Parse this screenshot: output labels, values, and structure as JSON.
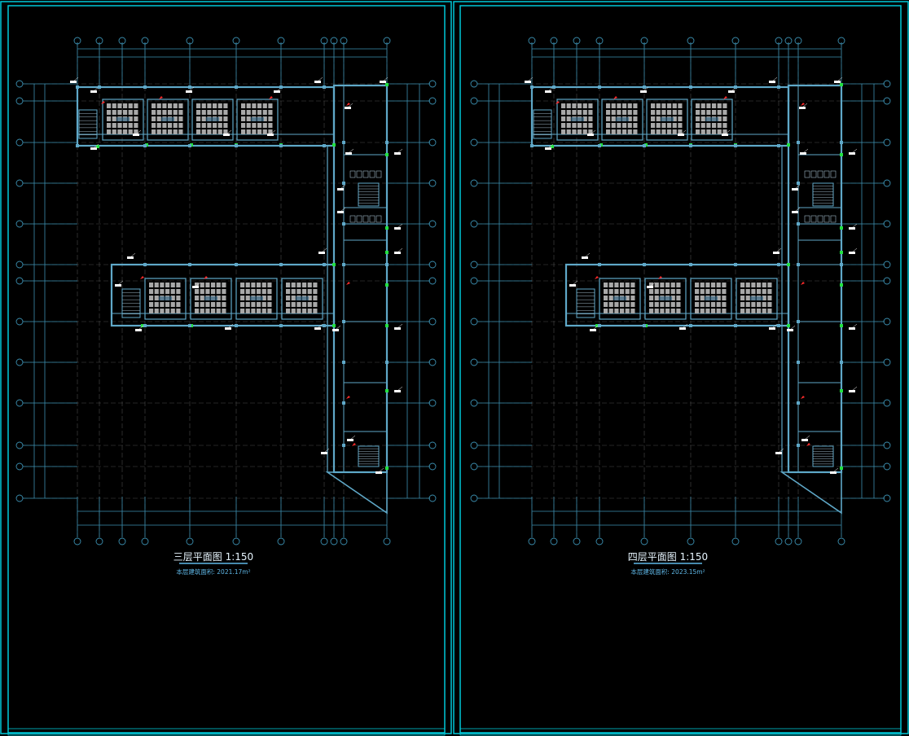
{
  "plans": [
    {
      "title": "三层平面图 1:150",
      "area": "本层建筑面积: 2021.17m²",
      "upper_rooms": [
        "",
        "",
        "",
        "",
        "",
        "",
        ""
      ],
      "lower_rooms": [
        "",
        "",
        "",
        "",
        ""
      ]
    },
    {
      "title": "四层平面图 1:150",
      "area": "本层建筑面积: 2023.15m²",
      "upper_rooms": [
        "",
        "",
        "",
        "",
        "",
        "",
        ""
      ],
      "lower_rooms": [
        "",
        "",
        "",
        "",
        ""
      ]
    }
  ],
  "colors": {
    "frame": "#00c8d8",
    "grid": "#3b8fb0",
    "wall": "#5fa8c8",
    "desk": "#a8a8a8",
    "window": "#22e040",
    "marker": "#ff2a2a",
    "background": "#000000"
  }
}
